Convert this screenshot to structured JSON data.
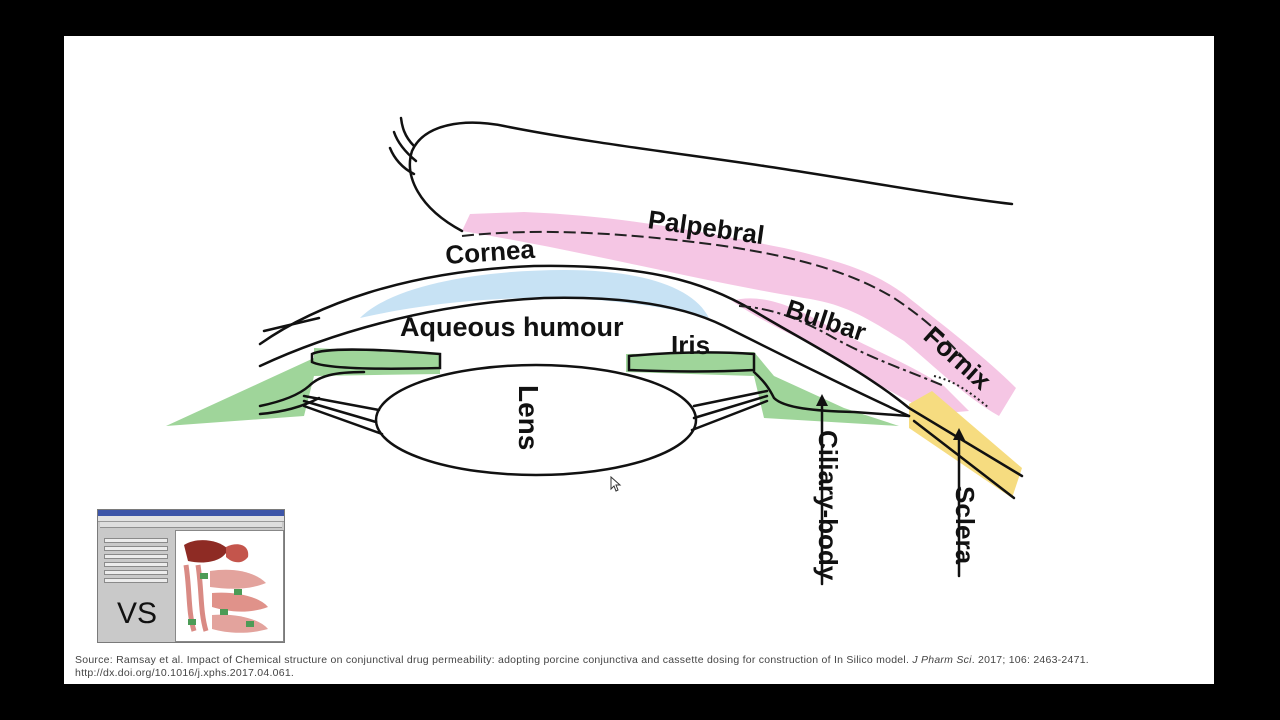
{
  "diagram": {
    "labels": {
      "palpebral": "Palpebral",
      "cornea": "Cornea",
      "bulbar": "Bulbar",
      "fornix": "Fornix",
      "aqueous_humour": "Aqueous humour",
      "iris": "Iris",
      "lens": "Lens",
      "ciliary_body": "Ciliary-body",
      "sclera": "Sclera"
    },
    "colors": {
      "conjunctiva": "#f5c6e4",
      "cornea": "#c7e2f4",
      "iris_ciliary": "#9fd59a",
      "sclera": "#f6dc80"
    }
  },
  "thumbnail": {
    "caption": "VS",
    "icons": [
      "software-window-icon",
      "digestive-system-model-icon"
    ]
  },
  "source": {
    "prefix": "Source: Ramsay et al. Impact of Chemical structure on conjunctival drug permeability: adopting porcine conjunctiva and cassette dosing for construction of In Silico model.",
    "journal": "J Pharm Sci",
    "suffix": ". 2017; 106: 2463-2471.",
    "doi": "http://dx.doi.org/10.1016/j.xphs.2017.04.061."
  }
}
